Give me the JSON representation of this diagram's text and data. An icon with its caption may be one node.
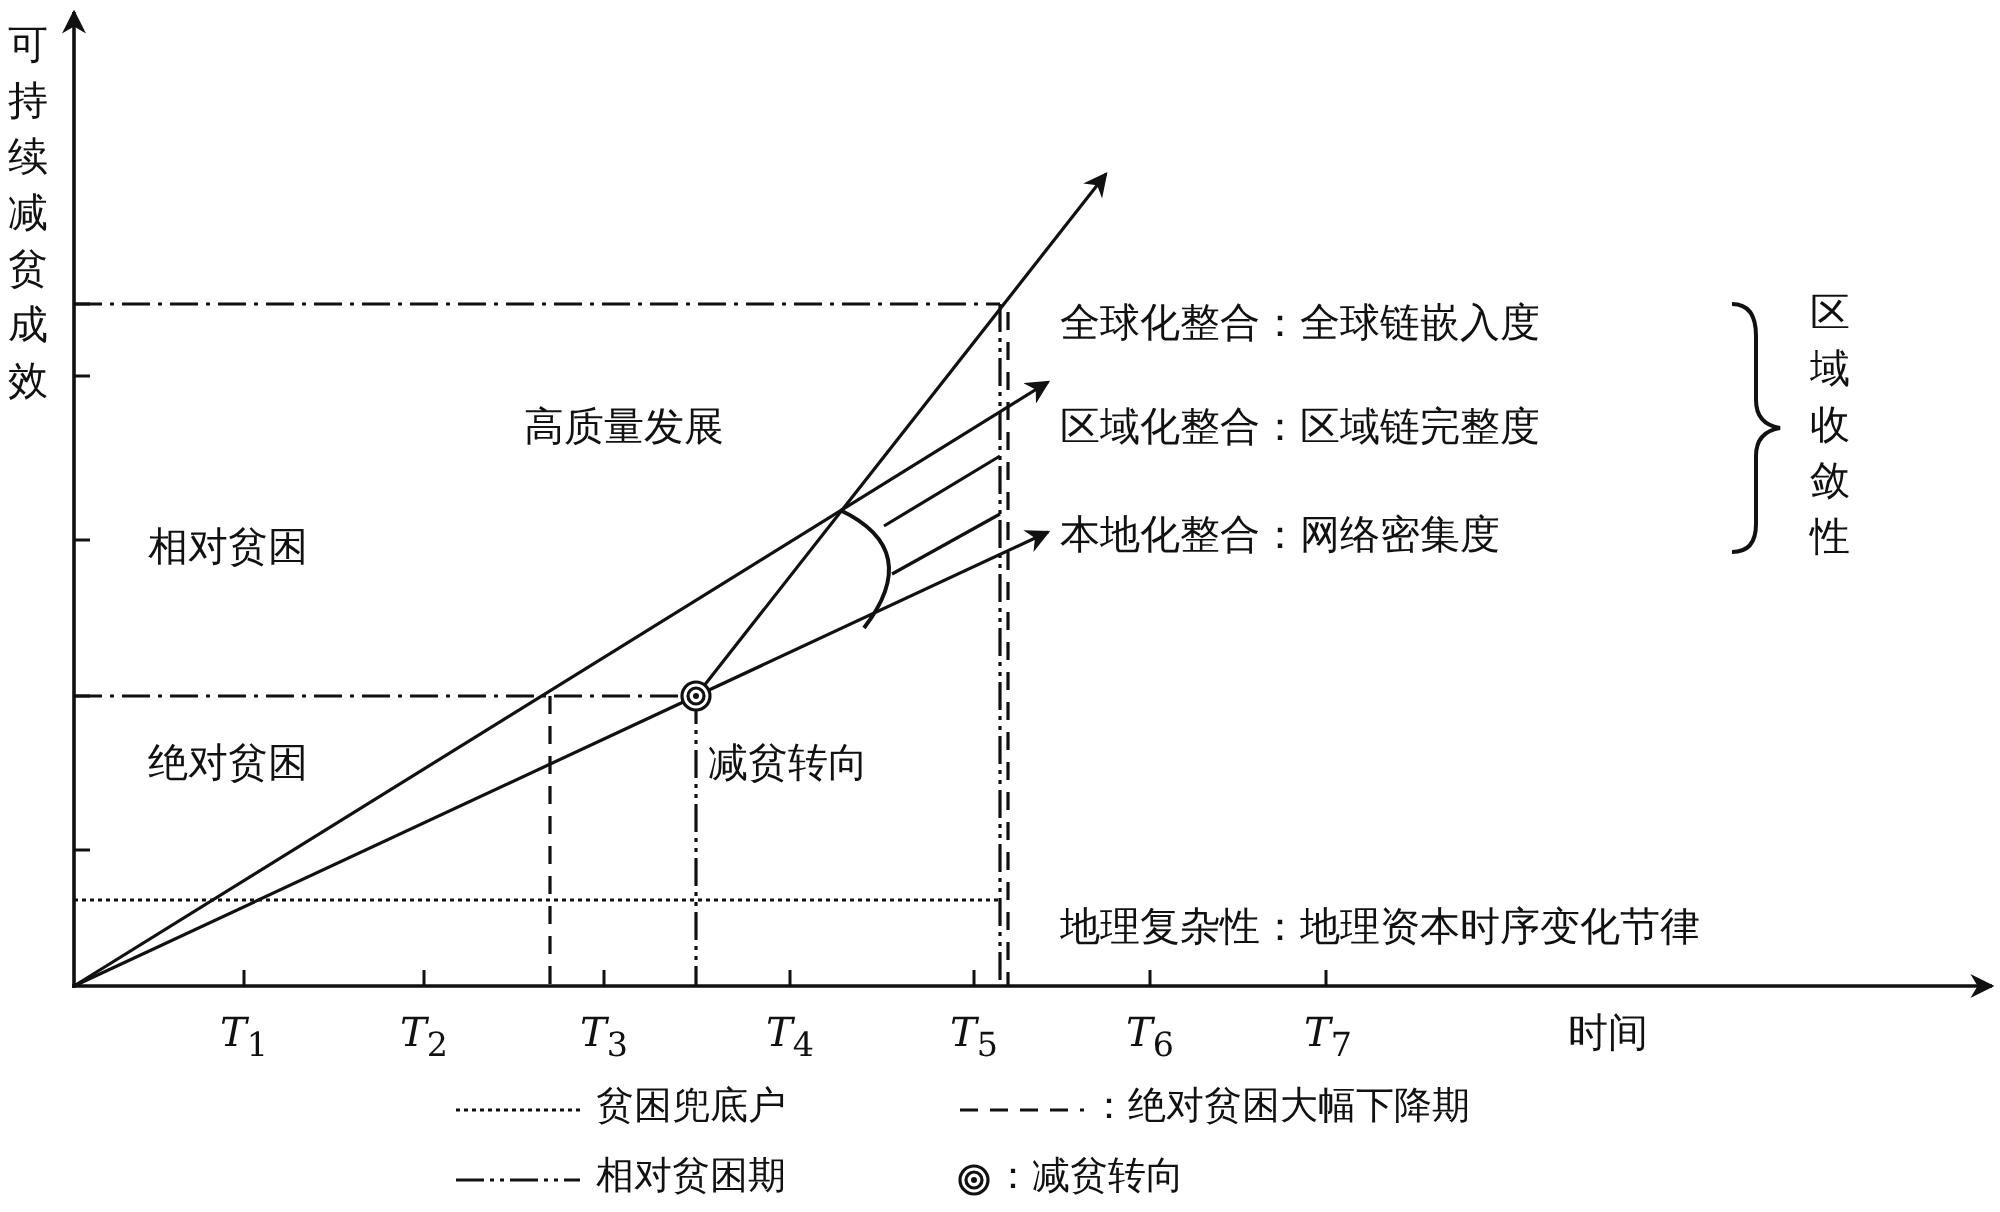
{
  "diagram": {
    "labels": [
      "可持续减贫成效",
      "全球化整合：全球链嵌入度",
      "区域收敛性",
      "高质量发展",
      "区域化整合：区域链完整度",
      "相对贫困",
      "本地化整合：网络密集度",
      "绝对贫困",
      "减贫转向",
      "地理复杂性：地理资本时序变化节律",
      "*T*$_{1}$",
      "*T*$_{2}$",
      "*T*$_{3}$",
      "*T*$_{4}$",
      "*T*$_{5}$",
      "*T*$_{6}$",
      "*T*$_{7}$",
      "时间"
    ],
    "legend": [
      {
        "text": "贫困兜底户"
      },
      {
        "text": "：绝对贫困大幅下降期"
      },
      {
        "text": "相对贫困期"
      },
      {
        "text": "：减贫转向"
      }
    ]
  }
}
